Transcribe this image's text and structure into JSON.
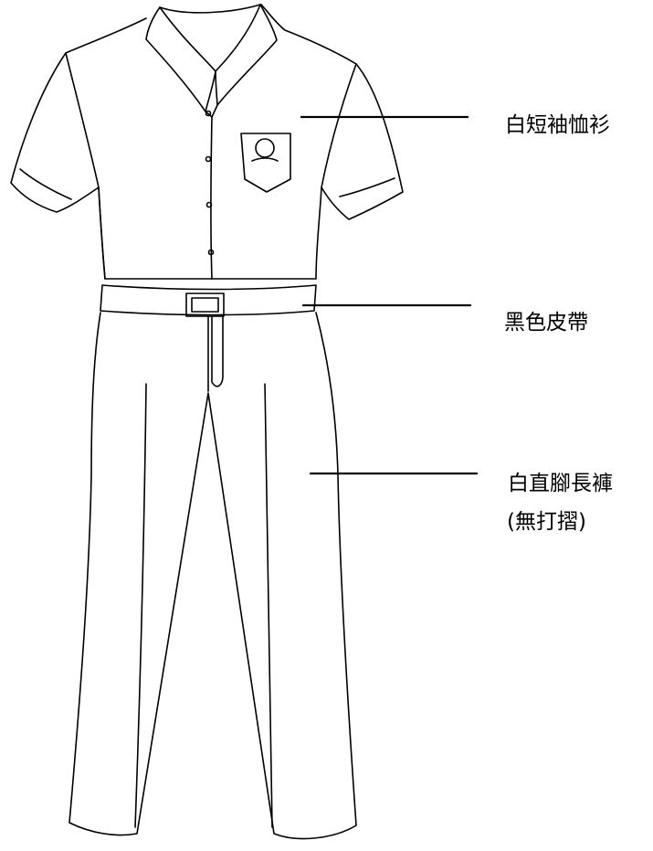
{
  "labels": {
    "shirt": "白短袖恤衫",
    "belt": "黑色皮帶",
    "pants": "白直腳長褲",
    "pants_note": "(無打摺)"
  },
  "colors": {
    "line": "#000000",
    "background": "#ffffff"
  }
}
